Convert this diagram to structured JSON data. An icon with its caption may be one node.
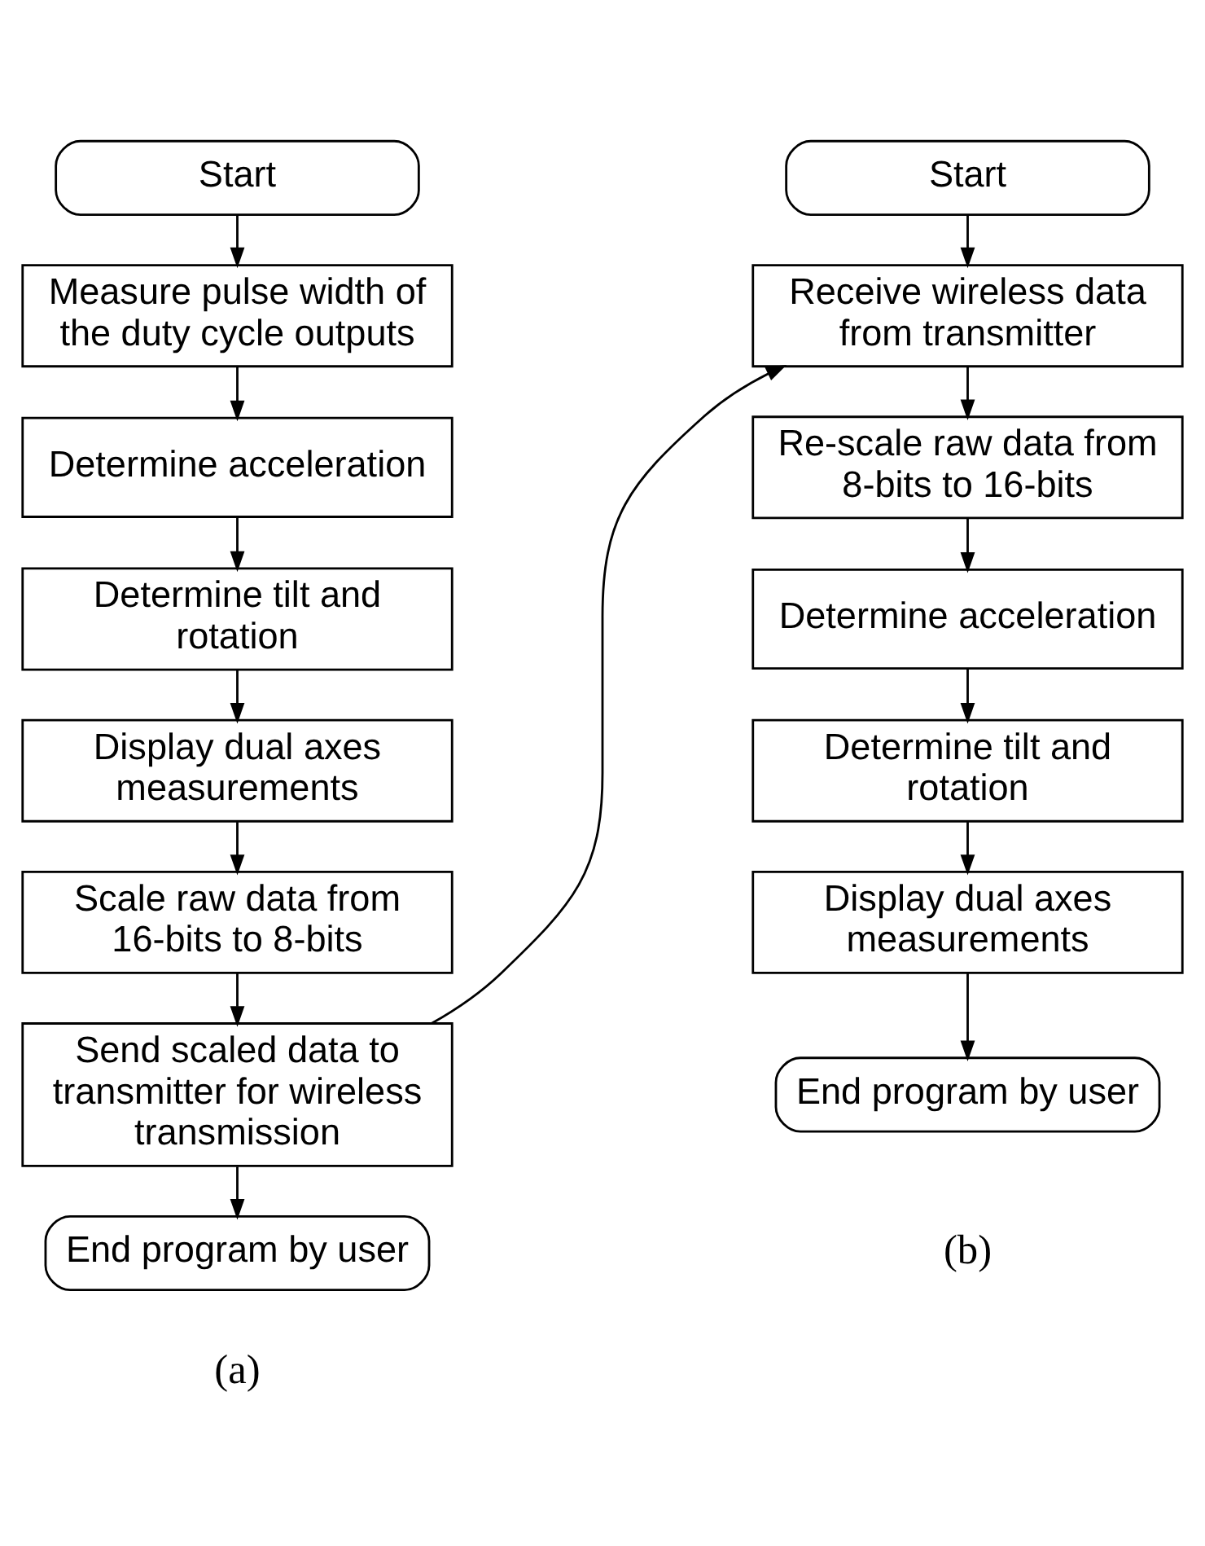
{
  "diagram": {
    "nodes": [
      {
        "text": [
          "Start"
        ]
      },
      {
        "text": [
          "Measure pulse width of the duty cycle outputs"
        ]
      },
      {
        "text": [
          "Determine acceleration"
        ]
      },
      {
        "text": [
          "Determine tilt and rotation"
        ]
      },
      {
        "text": [
          "Display dual axes measurements"
        ]
      },
      {
        "text": [
          "Scale raw data from 16-bits to 8-bits"
        ]
      },
      {
        "text": [
          "Send scaled data to transmitter for wireless transmission"
        ]
      },
      {
        "text": [
          "End program by user"
        ]
      },
      {
        "text": [
          "Start"
        ]
      },
      {
        "text": [
          "Receive wireless data from transmitter"
        ]
      },
      {
        "text": [
          "Re-scale raw data from 8-bits to 16-bits"
        ]
      },
      {
        "text": [
          "Determine acceleration"
        ]
      },
      {
        "text": [
          "Determine tilt and rotation"
        ]
      },
      {
        "text": [
          "Display dual axes measurements"
        ]
      },
      {
        "text": [
          "End program by user"
        ]
      }
    ],
    "edges": [
      {
        "from": 0,
        "to": 1,
        "arrow": "to"
      },
      {
        "from": 1,
        "to": 2,
        "arrow": "to"
      },
      {
        "from": 2,
        "to": 3,
        "arrow": "to"
      },
      {
        "from": 3,
        "to": 4,
        "arrow": "to"
      },
      {
        "from": 4,
        "to": 5,
        "arrow": "to"
      },
      {
        "from": 5,
        "to": 6,
        "arrow": "to"
      },
      {
        "from": 6,
        "to": 7,
        "arrow": "to"
      },
      {
        "from": 6,
        "to": 9,
        "arrow": "to"
      },
      {
        "from": 8,
        "to": 9,
        "arrow": "to"
      },
      {
        "from": 9,
        "to": 10,
        "arrow": "to"
      },
      {
        "from": 10,
        "to": 11,
        "arrow": "to"
      },
      {
        "from": 11,
        "to": 12,
        "arrow": "to"
      },
      {
        "from": 12,
        "to": 13,
        "arrow": "to"
      },
      {
        "from": 13,
        "to": 14,
        "arrow": "to"
      }
    ],
    "labels": [
      "(a)",
      "(b)"
    ]
  }
}
